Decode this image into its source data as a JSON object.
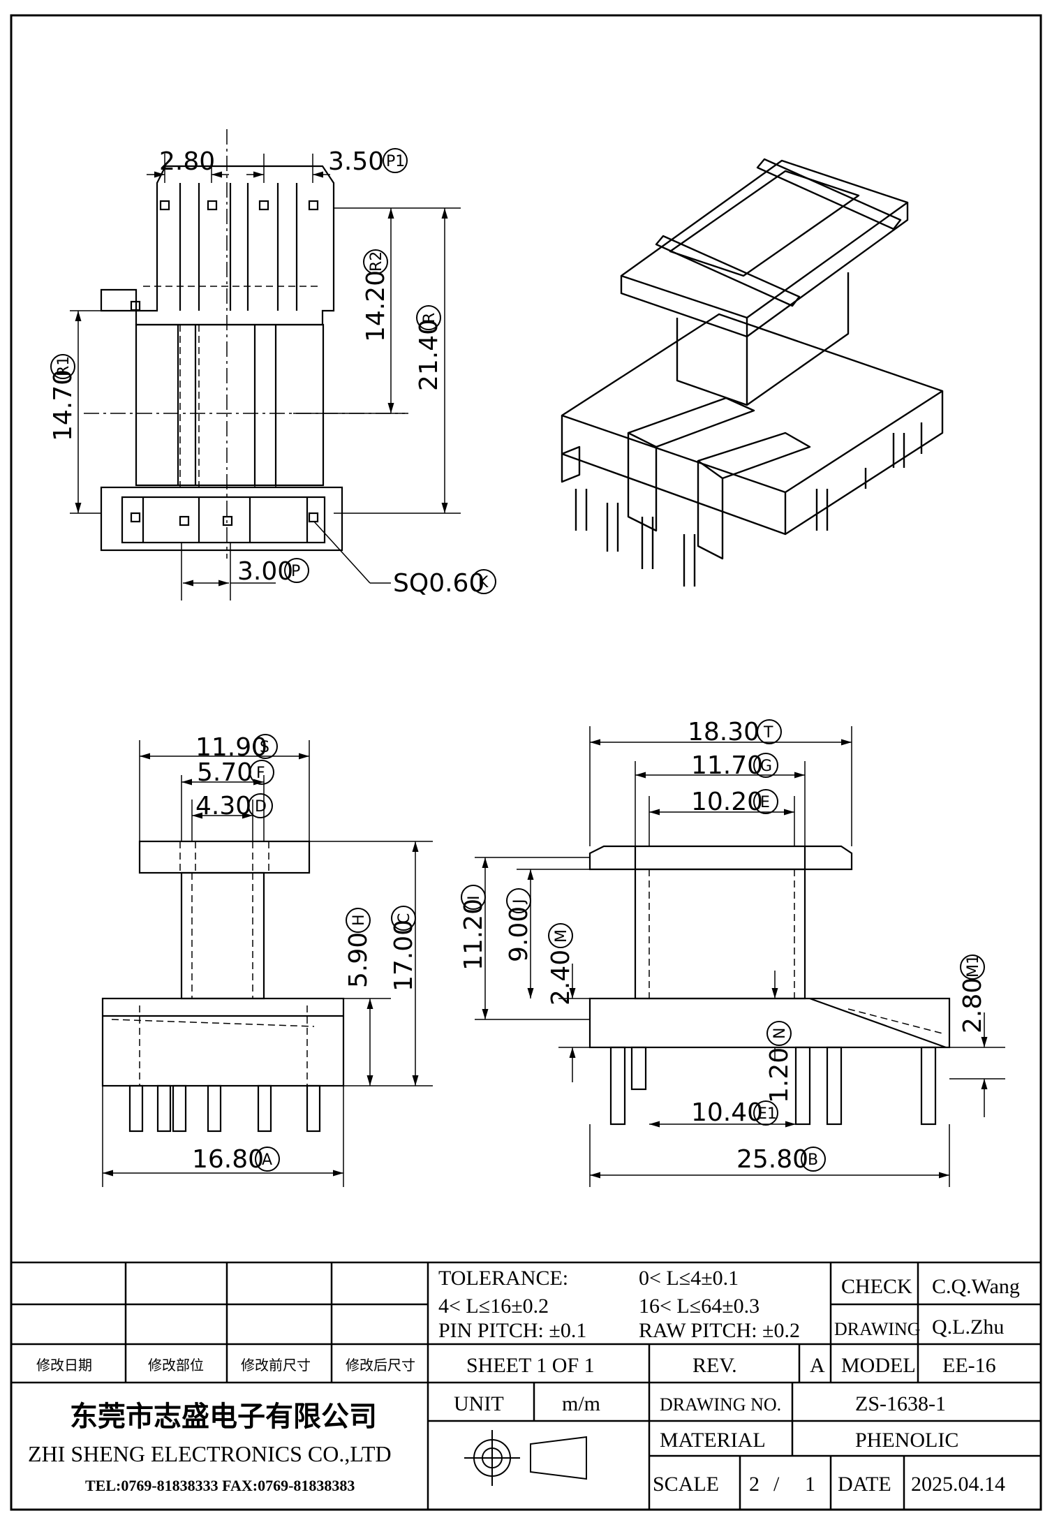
{
  "top_view": {
    "dims": [
      {
        "value": "2.80",
        "tag": ""
      },
      {
        "value": "3.50",
        "tag": "P1"
      },
      {
        "value": "14.20",
        "tag": "R2"
      },
      {
        "value": "21.40",
        "tag": "R"
      },
      {
        "value": "14.70",
        "tag": "R1"
      },
      {
        "value": "3.00",
        "tag": "P"
      },
      {
        "value": "SQ0.60",
        "tag": "K"
      }
    ]
  },
  "side_view": {
    "dims": [
      {
        "value": "11.90",
        "tag": "S"
      },
      {
        "value": "5.70",
        "tag": "F"
      },
      {
        "value": "4.30",
        "tag": "D"
      },
      {
        "value": "5.90",
        "tag": "H"
      },
      {
        "value": "17.00",
        "tag": "C"
      },
      {
        "value": "16.80",
        "tag": "A"
      }
    ]
  },
  "front_view": {
    "dims": [
      {
        "value": "18.30",
        "tag": "T"
      },
      {
        "value": "11.70",
        "tag": "G"
      },
      {
        "value": "10.20",
        "tag": "E"
      },
      {
        "value": "11.20",
        "tag": "I"
      },
      {
        "value": "9.00",
        "tag": "J"
      },
      {
        "value": "2.40",
        "tag": "M"
      },
      {
        "value": "2.80",
        "tag": "M1"
      },
      {
        "value": "1.20",
        "tag": "N"
      },
      {
        "value": "10.40",
        "tag": "E1"
      },
      {
        "value": "25.80",
        "tag": "B"
      }
    ]
  },
  "title_block": {
    "tolerance_label": "TOLERANCE:",
    "tol_1": "0< L≤4±0.1",
    "tol_2": "4< L≤16±0.2",
    "tol_3": "16< L≤64±0.3",
    "pin_pitch": "PIN PITCH: ±0.1",
    "raw_pitch": "RAW PITCH: ±0.2",
    "check_label": "CHECK",
    "check_value": "C.Q.Wang",
    "drawing_label": "DRAWING",
    "drawing_value": "Q.L.Zhu",
    "rev_headers": [
      "修改日期",
      "修改部位",
      "修改前尺寸",
      "修改后尺寸"
    ],
    "sheet": "SHEET 1 OF 1",
    "rev_label": "REV.",
    "rev_value": "A",
    "model_label": "MODEL",
    "model_value": "EE-16",
    "company_cn": "东莞市志盛电子有限公司",
    "company_en": "ZHI SHENG ELECTRONICS CO.,LTD",
    "tel": "TEL:0769-81838333 FAX:0769-81838383",
    "unit_label": "UNIT",
    "unit_value": "m/m",
    "drawing_no_label": "DRAWING NO.",
    "drawing_no_value": "ZS-1638-1",
    "material_label": "MATERIAL",
    "material_value": "PHENOLIC",
    "scale_label": "SCALE",
    "scale_num": "2",
    "scale_sep": "/",
    "scale_den": "1",
    "date_label": "DATE",
    "date_value": "2025.04.14"
  }
}
